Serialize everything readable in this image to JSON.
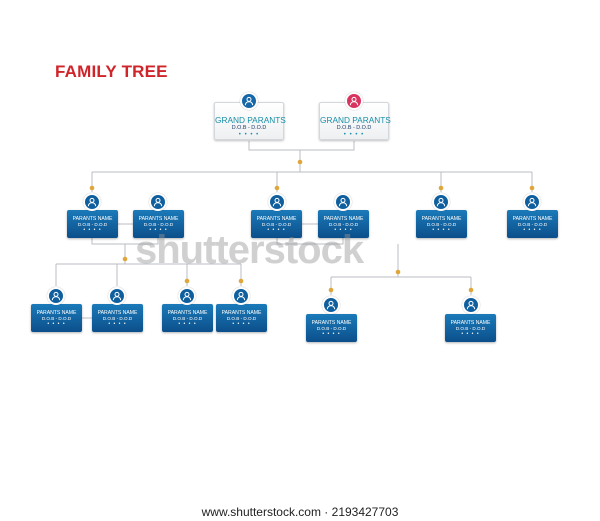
{
  "title": "FAMILY TREE",
  "colors": {
    "title": "#d0242b",
    "gp_text": "#168fa8",
    "gp_avatar_left": "#1767a8",
    "gp_avatar_right": "#d9345f",
    "parent_card": "#0f5f9f",
    "connector": "#b9bec4",
    "junction": "#e0a63b"
  },
  "icon": "person-icon",
  "grandparents": [
    {
      "name": "GRAND PARANTS",
      "dob": "D.O.B - D.O.D",
      "dots": "• • • •"
    },
    {
      "name": "GRAND PARANTS",
      "dob": "D.O.B - D.O.D",
      "dots": "• • • •"
    }
  ],
  "parents_row1": [
    {
      "name": "PARANTS NAME",
      "dob": "D.O.B - D.O.D",
      "dots": "• • • •"
    },
    {
      "name": "PARANTS NAME",
      "dob": "D.O.B - D.O.D",
      "dots": "• • • •"
    },
    {
      "name": "PARANTS NAME",
      "dob": "D.O.B - D.O.D",
      "dots": "• • • •"
    },
    {
      "name": "PARANTS NAME",
      "dob": "D.O.B - D.O.D",
      "dots": "• • • •"
    },
    {
      "name": "PARANTS NAME",
      "dob": "D.O.B - D.O.D",
      "dots": "• • • •"
    },
    {
      "name": "PARANTS NAME",
      "dob": "D.O.B - D.O.D",
      "dots": "• • • •"
    }
  ],
  "parents_row2": [
    {
      "name": "PARANTS NAME",
      "dob": "D.O.B - D.O.D",
      "dots": "• • • •"
    },
    {
      "name": "PARANTS NAME",
      "dob": "D.O.B - D.O.D",
      "dots": "• • • •"
    },
    {
      "name": "PARANTS NAME",
      "dob": "D.O.B - D.O.D",
      "dots": "• • • •"
    },
    {
      "name": "PARANTS NAME",
      "dob": "D.O.B - D.O.D",
      "dots": "• • • •"
    },
    {
      "name": "PARANTS NAME",
      "dob": "D.O.B - D.O.D",
      "dots": "• • • •"
    },
    {
      "name": "PARANTS NAME",
      "dob": "D.O.B - D.O.D",
      "dots": "• • • •"
    }
  ],
  "watermark": "shutterstock",
  "footer": "www.shutterstock.com · 2193427703"
}
